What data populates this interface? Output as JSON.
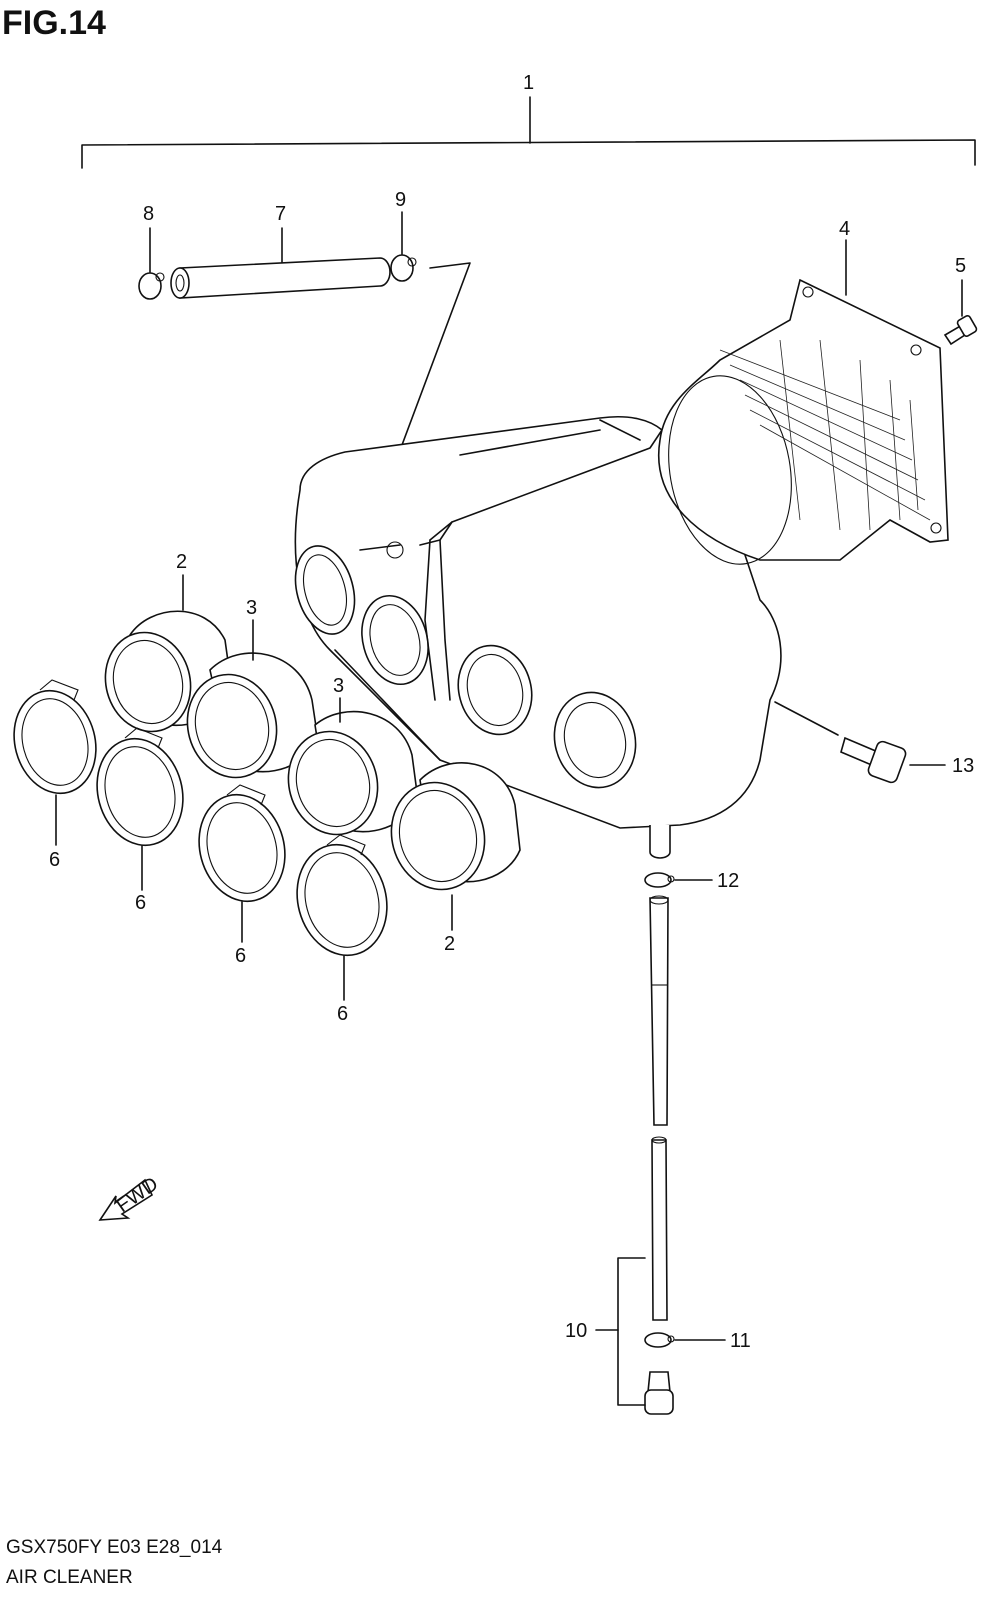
{
  "figure": {
    "title": "FIG.14",
    "model_code": "GSX750FY E03 E28_014",
    "assembly_name": "AIR CLEANER",
    "direction_label": "FWD"
  },
  "callouts": [
    {
      "id": "c1",
      "label": "1"
    },
    {
      "id": "c2a",
      "label": "2"
    },
    {
      "id": "c2b",
      "label": "2"
    },
    {
      "id": "c3a",
      "label": "3"
    },
    {
      "id": "c3b",
      "label": "3"
    },
    {
      "id": "c4",
      "label": "4"
    },
    {
      "id": "c5",
      "label": "5"
    },
    {
      "id": "c6a",
      "label": "6"
    },
    {
      "id": "c6b",
      "label": "6"
    },
    {
      "id": "c6c",
      "label": "6"
    },
    {
      "id": "c6d",
      "label": "6"
    },
    {
      "id": "c7",
      "label": "7"
    },
    {
      "id": "c8",
      "label": "8"
    },
    {
      "id": "c9",
      "label": "9"
    },
    {
      "id": "c10",
      "label": "10"
    },
    {
      "id": "c11",
      "label": "11"
    },
    {
      "id": "c12",
      "label": "12"
    },
    {
      "id": "c13",
      "label": "13"
    }
  ],
  "colors": {
    "line": "#111111",
    "background": "#ffffff"
  }
}
